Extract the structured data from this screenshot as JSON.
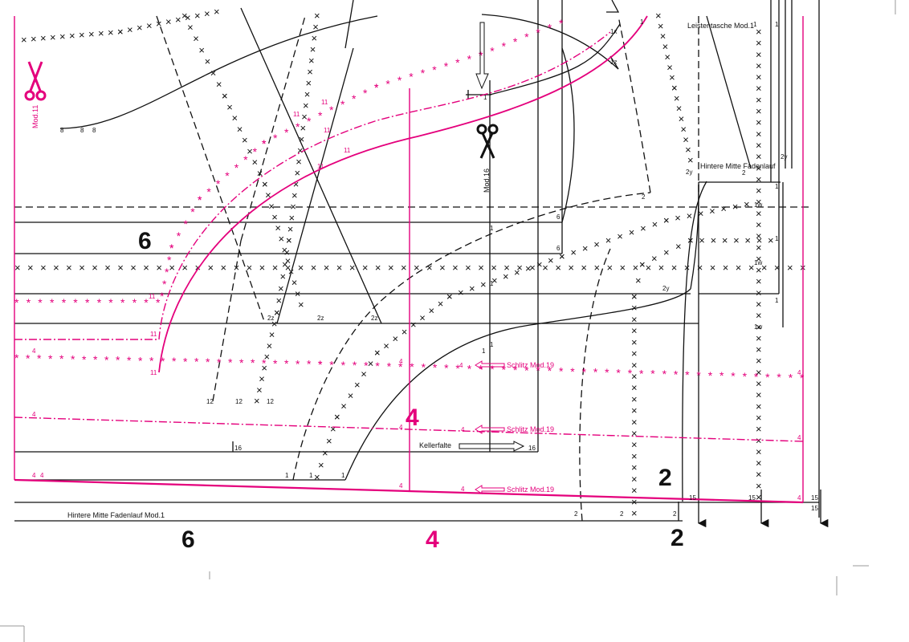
{
  "colors": {
    "black": "#111111",
    "magenta": "#e4007c",
    "paper": "#ffffff"
  },
  "labels": {
    "leistentasche": "Leistentasche Mod.1",
    "hintere_mitte_top": "Hintere Mitte  Fadenlauf",
    "hintere_mitte_bottom": "Hintere Mitte  Fadenlauf  Mod.1",
    "kellerfalte": "Kellerfalte",
    "schlitz": "Schlitz Mod.19",
    "mod11": "Mod.11",
    "mod16": "Mod.16"
  },
  "sizes": {
    "six": "6",
    "four": "4",
    "two": "2"
  },
  "marks": {
    "one": "1",
    "two": "2",
    "four": "4",
    "six": "6",
    "eight": "8",
    "eleven": "11",
    "twelve": "12",
    "fifteen": "15",
    "sixteen": "16",
    "twoy": "2y",
    "twoz": "2z",
    "onew": "1w",
    "onex": "1x",
    "onez": "1z"
  },
  "icons": {
    "scissors": "scissors-icon",
    "arrow": "arrow-down-icon"
  }
}
